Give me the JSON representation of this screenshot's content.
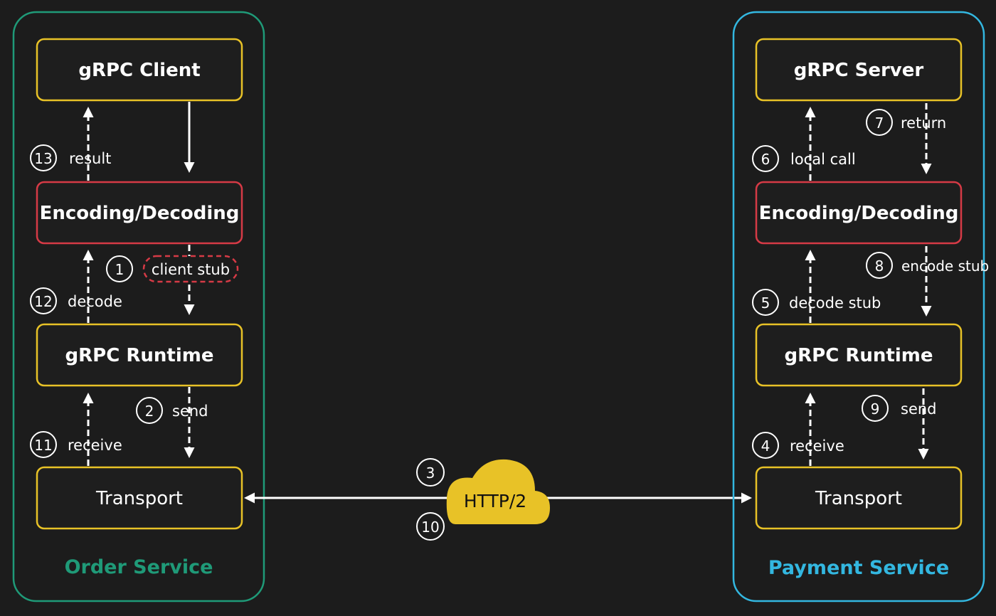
{
  "colors": {
    "background": "#1c1c1c",
    "box_fill": "#1e1e1e",
    "yellow": "#e8c227",
    "red": "#d63a46",
    "green": "#1f9a78",
    "cyan": "#33b7e0",
    "white": "#ffffff",
    "cloud": "#e8c227"
  },
  "order_service": {
    "label": "Order Service",
    "client": "gRPC Client",
    "codec": "Encoding/Decoding",
    "runtime": "gRPC Runtime",
    "transport": "Transport",
    "client_stub": "client stub"
  },
  "payment_service": {
    "label": "Payment Service",
    "server": "gRPC Server",
    "codec": "Encoding/Decoding",
    "runtime": "gRPC Runtime",
    "transport": "Transport"
  },
  "network": {
    "protocol": "HTTP/2"
  },
  "steps": [
    {
      "num": "1",
      "label": ""
    },
    {
      "num": "2",
      "label": "send"
    },
    {
      "num": "3",
      "label": ""
    },
    {
      "num": "4",
      "label": "receive"
    },
    {
      "num": "5",
      "label": "decode stub"
    },
    {
      "num": "6",
      "label": "local call"
    },
    {
      "num": "7",
      "label": "return"
    },
    {
      "num": "8",
      "label": "encode stub"
    },
    {
      "num": "9",
      "label": "send"
    },
    {
      "num": "10",
      "label": ""
    },
    {
      "num": "11",
      "label": "receive"
    },
    {
      "num": "12",
      "label": "decode"
    },
    {
      "num": "13",
      "label": "result"
    }
  ]
}
